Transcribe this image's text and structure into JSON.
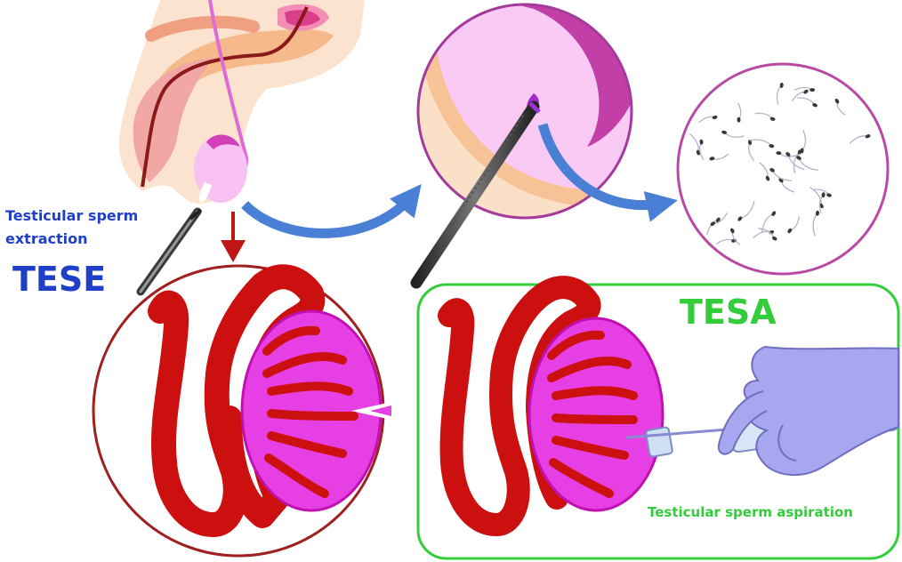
{
  "labels": {
    "tese_subtitle_line1": "Testicular sperm",
    "tese_subtitle_line2": "extraction",
    "tese_title": "TESE",
    "tesa_title": "TESA",
    "tesa_subtitle": "Testicular sperm aspiration"
  },
  "colors": {
    "tese_blue": "#1f3fc9",
    "tesa_green": "#33cc3a",
    "arrow_blue": "#4a7fd6",
    "arrow_red": "#c01515",
    "tissue_red": "#cc0f0f",
    "testis_magenta": "#e73fe3",
    "skin_peach": "#f7c9a0",
    "glove_lavender": "#a7a7f0"
  },
  "icons": [
    "forceps-icon",
    "sperm-cell-icon",
    "syringe-icon",
    "gloved-hand-icon",
    "biopsy-tissue-icon"
  ]
}
